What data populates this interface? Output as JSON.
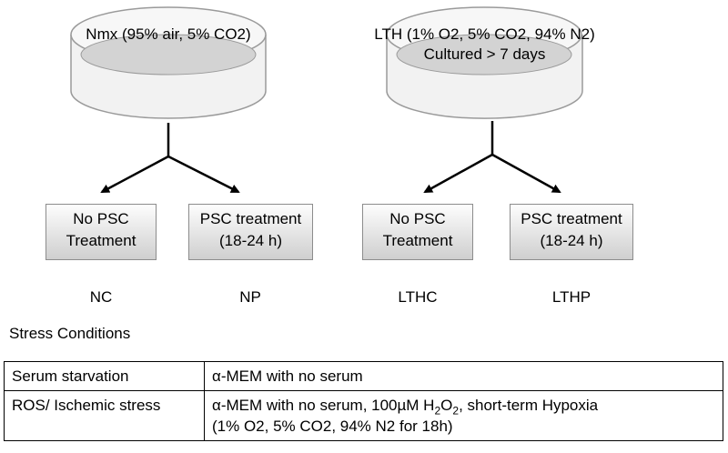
{
  "dishes": [
    {
      "line1": "Nmx (95% air, 5% CO2)",
      "line2": ""
    },
    {
      "line1": "LTH (1% O2, 5% CO2, 94% N2)",
      "line2": "Cultured > 7 days"
    }
  ],
  "boxes": [
    {
      "line1": "No PSC",
      "line2": "Treatment"
    },
    {
      "line1": "PSC treatment",
      "line2": "(18-24 h)"
    },
    {
      "line1": "No PSC",
      "line2": "Treatment"
    },
    {
      "line1": "PSC treatment",
      "line2": "(18-24 h)"
    }
  ],
  "group_labels": [
    "NC",
    "NP",
    "LTHC",
    "LTHP"
  ],
  "stress_title": "Stress Conditions",
  "table": {
    "rows": [
      {
        "condition": "Serum starvation",
        "medium": "α-MEM with no serum"
      },
      {
        "condition": "ROS/ Ischemic stress",
        "medium_pre": "α-MEM with no serum, 100µM H",
        "medium_sub1": "2",
        "medium_mid": "O",
        "medium_sub2": "2",
        "medium_post": ", short-term Hypoxia",
        "medium_line2": "(1% O2, 5% CO2, 94% N2 for 18h)"
      }
    ]
  }
}
